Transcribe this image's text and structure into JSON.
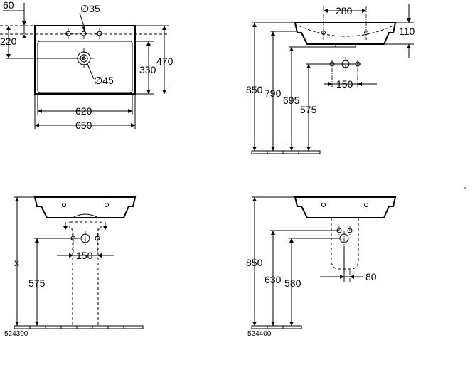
{
  "top_view": {
    "dim_wall_offset": "60",
    "dim_tap_holes": "∅35",
    "dim_hole_depth": "220",
    "dim_bowl_depth": "330",
    "dim_total_depth": "470",
    "dim_waste": "∅45",
    "dim_inner_width": "620",
    "dim_outer_width": "650"
  },
  "side_view": {
    "dim_fixing_spacing": "280",
    "dim_rim_height": "110",
    "dim_rim_level": "850",
    "dim_underside_level": "790",
    "dim_fixing_level": "695",
    "dim_supply_level": "575",
    "dim_supply_spacing": "150"
  },
  "pedestal_view": {
    "dim_height_variable": "x",
    "dim_supply_level": "575",
    "dim_supply_spacing": "150",
    "article_code": "524300"
  },
  "semi_pedestal_view": {
    "dim_rim_level": "850",
    "dim_supply_level": "630",
    "dim_waste_level": "580",
    "dim_offset": "80",
    "article_code": "524400"
  }
}
